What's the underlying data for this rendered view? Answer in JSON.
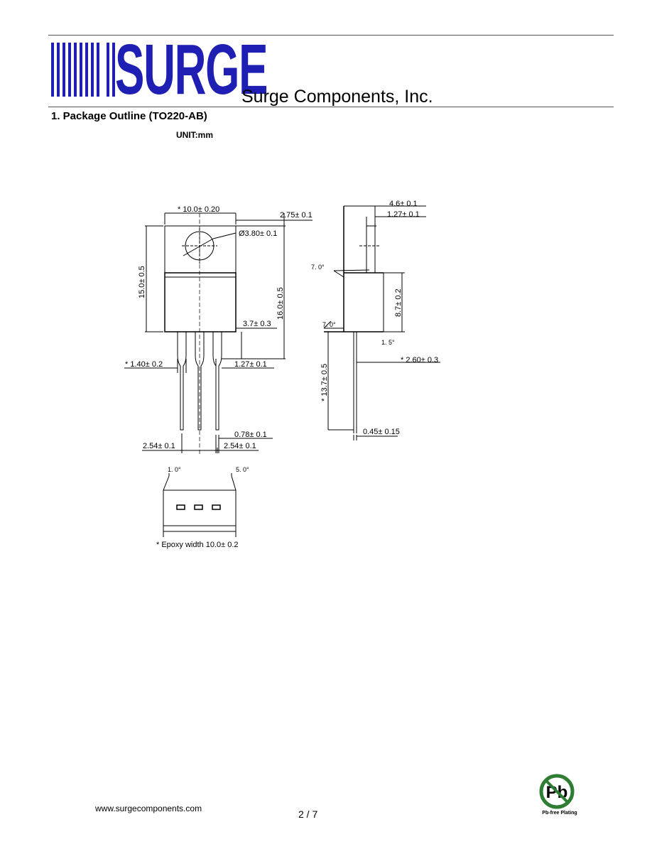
{
  "header": {
    "logo_text": "SURGE",
    "company_name": "Surge Components, Inc.",
    "brand_color": "#1f1fb3"
  },
  "section": {
    "title": "1.  Package Outline (TO220-AB)",
    "unit": "UNIT:mm"
  },
  "dimensions": {
    "width_top": "* 10.0± 0.20",
    "tab_thickness_offset": "2.75± 0.1",
    "hole_diameter": "Ø3.80± 0.1",
    "height_body": "15.0± 0.5",
    "height_overall": "16.0± 0.5",
    "lead_standoff": "3.7± 0.3",
    "lead_width_wide": "* 1.40± 0.2",
    "lead_width_narrow": "1.27± 0.1",
    "lead_thickness": "0.78± 0.1",
    "pitch_left": "2.54± 0.1",
    "pitch_right": "2.54± 0.1",
    "side_thickness": "4.6± 0.1",
    "side_tab": "1.27± 0.1",
    "angle_top": "7. 0°",
    "side_height": "8.7± 0.2",
    "angle_bottom": "7. 0°",
    "angle_small": "1. 5°",
    "lead_offset": "* 2.60± 0.3",
    "lead_length": "* 13.7± 0.5",
    "lead_thin": "0.45± 0.15",
    "bottom_angle_left": "1. 0°",
    "bottom_angle_right": "5. 0°",
    "epoxy_note": "* Epoxy width 10.0± 0.2"
  },
  "footer": {
    "url": "www.surgecomponents.com",
    "page": "2 / 7",
    "badge_symbol": "Pb",
    "badge_caption": "Pb-free Plating",
    "badge_color": "#2e7d32"
  }
}
